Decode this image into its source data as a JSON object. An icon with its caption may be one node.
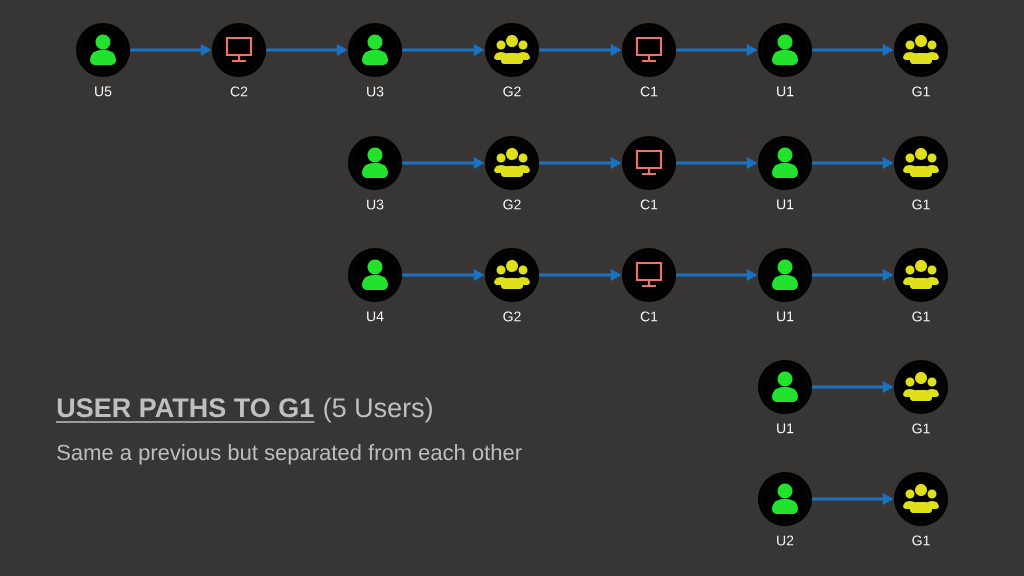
{
  "diagram": {
    "title": "USER PATHS TO G1",
    "caption": "Same a previous but separated from each other",
    "labels": [
      "(5 Users)"
    ],
    "nodes": [
      {
        "text": [],
        "shape": "person",
        "beside": [
          "U5"
        ]
      },
      {
        "text": [],
        "shape": "monitor",
        "beside": [
          "C2"
        ]
      },
      {
        "text": [],
        "shape": "person",
        "beside": [
          "U3"
        ]
      },
      {
        "text": [],
        "shape": "people",
        "beside": [
          "G2"
        ]
      },
      {
        "text": [],
        "shape": "monitor",
        "beside": [
          "C1"
        ]
      },
      {
        "text": [],
        "shape": "person",
        "beside": [
          "U1"
        ]
      },
      {
        "text": [],
        "shape": "people",
        "beside": [
          "G1"
        ]
      },
      {
        "text": [],
        "shape": "person",
        "beside": [
          "U3"
        ]
      },
      {
        "text": [],
        "shape": "people",
        "beside": [
          "G2"
        ]
      },
      {
        "text": [],
        "shape": "monitor",
        "beside": [
          "C1"
        ]
      },
      {
        "text": [],
        "shape": "person",
        "beside": [
          "U1"
        ]
      },
      {
        "text": [],
        "shape": "people",
        "beside": [
          "G1"
        ]
      },
      {
        "text": [],
        "shape": "person",
        "beside": [
          "U4"
        ]
      },
      {
        "text": [],
        "shape": "people",
        "beside": [
          "G2"
        ]
      },
      {
        "text": [],
        "shape": "monitor",
        "beside": [
          "C1"
        ]
      },
      {
        "text": [],
        "shape": "person",
        "beside": [
          "U1"
        ]
      },
      {
        "text": [],
        "shape": "people",
        "beside": [
          "G1"
        ]
      },
      {
        "text": [],
        "shape": "person",
        "beside": [
          "U1"
        ]
      },
      {
        "text": [],
        "shape": "people",
        "beside": [
          "G1"
        ]
      },
      {
        "text": [],
        "shape": "person",
        "beside": [
          "U2"
        ]
      },
      {
        "text": [],
        "shape": "people",
        "beside": [
          "G1"
        ]
      }
    ],
    "edges": [
      {
        "from": 0,
        "to": 1,
        "arrow": "to"
      },
      {
        "from": 1,
        "to": 2,
        "arrow": "to"
      },
      {
        "from": 2,
        "to": 3,
        "arrow": "to"
      },
      {
        "from": 3,
        "to": 4,
        "arrow": "to"
      },
      {
        "from": 4,
        "to": 5,
        "arrow": "to"
      },
      {
        "from": 5,
        "to": 6,
        "arrow": "to"
      },
      {
        "from": 7,
        "to": 8,
        "arrow": "to"
      },
      {
        "from": 8,
        "to": 9,
        "arrow": "to"
      },
      {
        "from": 9,
        "to": 10,
        "arrow": "to"
      },
      {
        "from": 10,
        "to": 11,
        "arrow": "to"
      },
      {
        "from": 12,
        "to": 13,
        "arrow": "to"
      },
      {
        "from": 13,
        "to": 14,
        "arrow": "to"
      },
      {
        "from": 14,
        "to": 15,
        "arrow": "to"
      },
      {
        "from": 15,
        "to": 16,
        "arrow": "to"
      },
      {
        "from": 17,
        "to": 18,
        "arrow": "to"
      },
      {
        "from": 19,
        "to": 20,
        "arrow": "to"
      }
    ]
  }
}
